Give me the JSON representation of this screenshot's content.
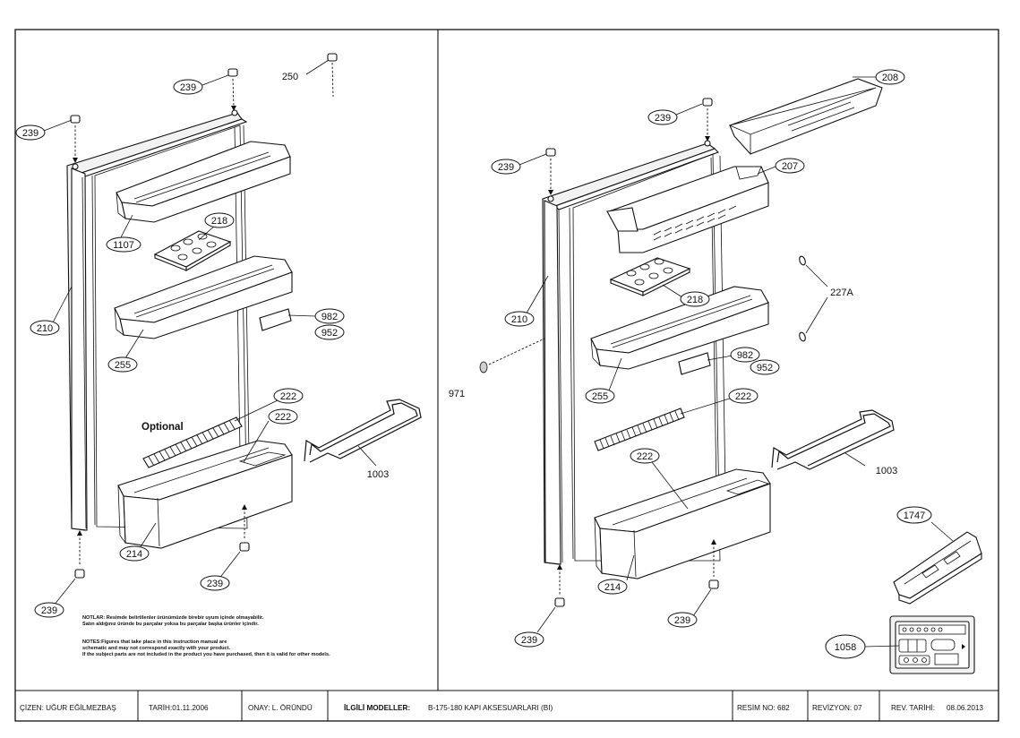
{
  "left_panel": {
    "callouts": {
      "c239_top": "239",
      "c250": "250",
      "c239_left": "239",
      "c218": "218",
      "c1107": "1107",
      "c210": "210",
      "c982": "982",
      "c952": "952",
      "c255": "255",
      "c222_a": "222",
      "c222_b": "222",
      "c1003": "1003",
      "c214": "214",
      "c239_bottom_right": "239",
      "c239_bottom_left": "239"
    },
    "optional_label": "Optional",
    "notes": [
      "NOTLAR: Resimde belirtilenler ürünümüzde birebir uyum  içinde olmayabilir.",
      "Satın aldığınız üründe bu parçalar yoksa bu parçalar başka ürünler içindir.",
      "NOTES:Figures that take place in this instruction manual are",
      "schematic  and may not correspond exactly with your product.",
      "If the subject parts are not included in the product you have purchased, then it is valid for other models."
    ]
  },
  "right_panel": {
    "callouts": {
      "c208": "208",
      "c239_top": "239",
      "c239_left": "239",
      "c207": "207",
      "c227a": "227A",
      "c218": "218",
      "c210": "210",
      "c982": "982",
      "c952": "952",
      "c971": "971",
      "c255": "255",
      "c222_a": "222",
      "c222_b": "222",
      "c1003": "1003",
      "c1747": "1747",
      "c214": "214",
      "c239_bottom_left": "239",
      "c239_bottom_right": "239",
      "c1058": "1058"
    }
  },
  "title_block": {
    "drawn_by": "ÇİZEN: UĞUR EĞİLMEZBAŞ",
    "date": "TARİH:01.11.2006",
    "approval": "ONAY: L. ÖRÜNDÜ",
    "models_label": "İLGİLİ MODELLER:",
    "models_value": "B-175-180 KAPI AKSESUARLARI (BI)",
    "drawing_no": "RESİM NO: 682",
    "revision": "REVİZYON: 07",
    "rev_date_label": "REV. TARİHİ:",
    "rev_date_value": "08.06.2013"
  }
}
